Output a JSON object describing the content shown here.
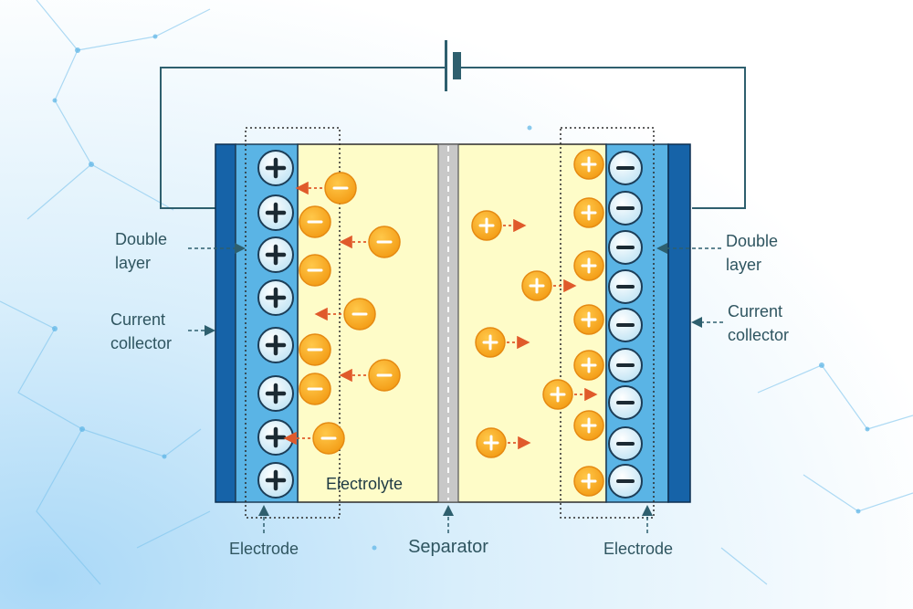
{
  "labels": {
    "double_layer_left": [
      "Double",
      "layer"
    ],
    "double_layer_right": [
      "Double",
      "layer"
    ],
    "current_collector_left": [
      "Current",
      "collector"
    ],
    "current_collector_right": [
      "Current",
      "collector"
    ],
    "electrolyte": "Electrolyte",
    "separator": "Separator",
    "electrode_left": "Electrode",
    "electrode_right": "Electrode"
  },
  "charges": {
    "plus_symbol": "+",
    "minus_symbol": "−"
  },
  "colors": {
    "collector": "#1663a8",
    "electrode": "#5ab4e5",
    "electrolyte": "#fefcc8",
    "separator": "#c8c8c8",
    "ion": "#f7a823",
    "arrow": "#e05a2b",
    "wire": "#2e5f6e",
    "text": "#2f5560"
  }
}
